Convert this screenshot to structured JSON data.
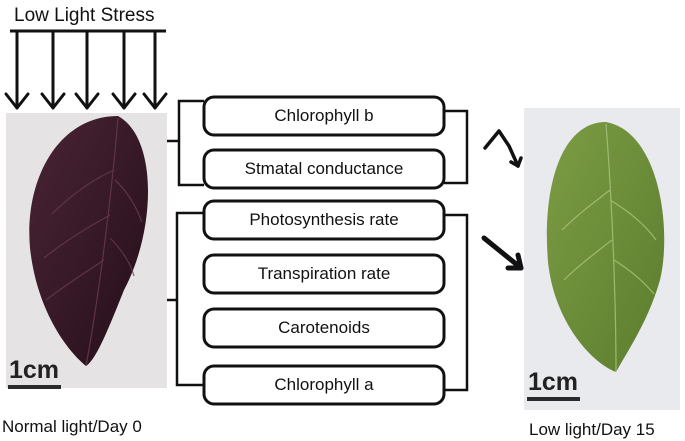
{
  "title": "Low Light Stress",
  "left_leaf": {
    "caption": "Normal light/Day 0",
    "scale_label": "1cm",
    "leaf_color": "#3a1a2a",
    "photo_bg": "#e6e3e5"
  },
  "right_leaf": {
    "caption": "Low light/Day 15",
    "scale_label": "1cm",
    "leaf_color": "#6d8f3a",
    "photo_bg": "#e9eaee"
  },
  "parameters": [
    {
      "label": "Chlorophyll b",
      "group": "upper"
    },
    {
      "label": "Stmatal conductance",
      "group": "upper"
    },
    {
      "label": "Photosynthesis rate",
      "group": "lower"
    },
    {
      "label": "Transpiration rate",
      "group": "lower"
    },
    {
      "label": "Carotenoids",
      "group": "lower"
    },
    {
      "label": "Chlorophyll a",
      "group": "lower"
    }
  ],
  "stress_arrow_count": 5,
  "line_color": "#111111"
}
